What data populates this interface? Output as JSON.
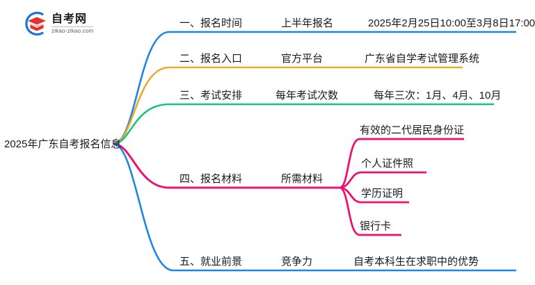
{
  "logo": {
    "name_cn": "自考网",
    "url": "zikao-zikao.com",
    "mark_icon": "graduation-cap-icon",
    "mark_color_arc": "#1976D2",
    "mark_color_cap": "#E2322B"
  },
  "mindmap": {
    "root": {
      "label": "2025年广东自考报名信息"
    },
    "branches": [
      {
        "index": "1",
        "color": "#1E85E8",
        "label": "一、报名时间",
        "sub_label": "上半年报名",
        "detail": "2025年2月25日10:00至3月8日17:00"
      },
      {
        "index": "2",
        "color": "#F0A925",
        "label": "二、报名入口",
        "sub_label": "官方平台",
        "detail": "广东省自学考试管理系统"
      },
      {
        "index": "3",
        "color": "#16C47F",
        "label": "三、考试安排",
        "sub_label": "每年考试次数",
        "detail": "每年三次：1月、4月、10月"
      },
      {
        "index": "4",
        "color": "#F01070",
        "label": "四、报名材料",
        "sub_label": "所需材料",
        "items": [
          "有效的二代居民身份证",
          "个人证件照",
          "学历证明",
          "银行卡"
        ]
      },
      {
        "index": "5",
        "color": "#1E85E8",
        "label": "五、就业前景",
        "sub_label": "竞争力",
        "detail": "自考本科生在求职中的优势"
      }
    ]
  }
}
